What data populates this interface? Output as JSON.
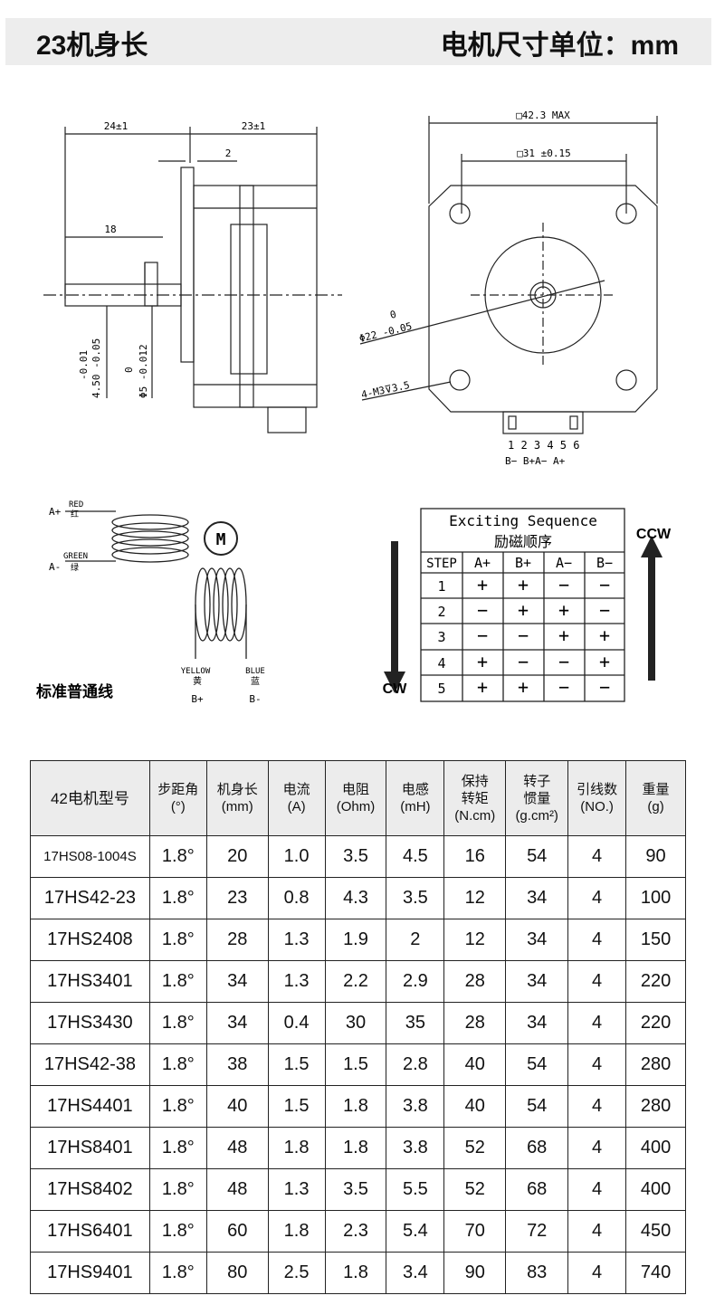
{
  "header": {
    "left": "23机身长",
    "right": "电机尺寸单位：mm"
  },
  "side_view": {
    "dim_total_left": "24±1",
    "dim_total_right": "23±1",
    "dim_flange": "2",
    "dim_shaft": "18",
    "shaft_tol_a": "-0.01",
    "shaft_tol_b": "4.50 -0.05",
    "shaft_dia_tol_a": "0",
    "shaft_dia_tol_b": "Φ5 -0.012"
  },
  "front_view": {
    "dim_max": "□42.3 MAX",
    "dim_holes": "□31 ±0.15",
    "boss_tol_a": "0",
    "boss_tol_b": "Φ22 -0.05",
    "screw": "4-M3⊽3.5",
    "pins": "1 2 3 4 5 6",
    "pin_labels": "B−  B+A−  A+"
  },
  "wiring": {
    "a_plus": "A+",
    "red_en": "RED",
    "red_cn": "红",
    "a_minus": "A-",
    "green_en": "GREEN",
    "green_cn": "绿",
    "motor": "M",
    "yellow_en": "YELLOW",
    "yellow_cn": "黄",
    "b_plus": "B+",
    "blue_en": "BLUE",
    "blue_cn": "蓝",
    "b_minus": "B-",
    "caption": "标准普通线"
  },
  "sequence": {
    "title_en": "Exciting Sequence",
    "title_cn": "励磁顺序",
    "headers": [
      "STEP",
      "A+",
      "B+",
      "A−",
      "B−"
    ],
    "rows": [
      [
        "1",
        "+",
        "+",
        "−",
        "−"
      ],
      [
        "2",
        "−",
        "+",
        "+",
        "−"
      ],
      [
        "3",
        "−",
        "−",
        "+",
        "+"
      ],
      [
        "4",
        "+",
        "−",
        "−",
        "+"
      ],
      [
        "5",
        "+",
        "+",
        "−",
        "−"
      ]
    ],
    "ccw": "CCW",
    "cw": "CW"
  },
  "specs": {
    "headers": [
      "42电机型号",
      "步距角\n(°)",
      "机身长\n(mm)",
      "电流\n(A)",
      "电阻\n(Ohm)",
      "电感\n(mH)",
      "保持\n转矩\n(N.cm)",
      "转子\n惯量\n(g.cm²)",
      "引线数\n(NO.)",
      "重量\n(g)"
    ],
    "rows": [
      [
        "17HS08-1004S",
        "1.8°",
        "20",
        "1.0",
        "3.5",
        "4.5",
        "16",
        "54",
        "4",
        "90"
      ],
      [
        "17HS42-23",
        "1.8°",
        "23",
        "0.8",
        "4.3",
        "3.5",
        "12",
        "34",
        "4",
        "100"
      ],
      [
        "17HS2408",
        "1.8°",
        "28",
        "1.3",
        "1.9",
        "2",
        "12",
        "34",
        "4",
        "150"
      ],
      [
        "17HS3401",
        "1.8°",
        "34",
        "1.3",
        "2.2",
        "2.9",
        "28",
        "34",
        "4",
        "220"
      ],
      [
        "17HS3430",
        "1.8°",
        "34",
        "0.4",
        "30",
        "35",
        "28",
        "34",
        "4",
        "220"
      ],
      [
        "17HS42-38",
        "1.8°",
        "38",
        "1.5",
        "1.5",
        "2.8",
        "40",
        "54",
        "4",
        "280"
      ],
      [
        "17HS4401",
        "1.8°",
        "40",
        "1.5",
        "1.8",
        "3.8",
        "40",
        "54",
        "4",
        "280"
      ],
      [
        "17HS8401",
        "1.8°",
        "48",
        "1.8",
        "1.8",
        "3.8",
        "52",
        "68",
        "4",
        "400"
      ],
      [
        "17HS8402",
        "1.8°",
        "48",
        "1.3",
        "3.5",
        "5.5",
        "52",
        "68",
        "4",
        "400"
      ],
      [
        "17HS6401",
        "1.8°",
        "60",
        "1.8",
        "2.3",
        "5.4",
        "70",
        "72",
        "4",
        "450"
      ],
      [
        "17HS9401",
        "1.8°",
        "80",
        "2.5",
        "1.8",
        "3.4",
        "90",
        "83",
        "4",
        "740"
      ]
    ]
  }
}
